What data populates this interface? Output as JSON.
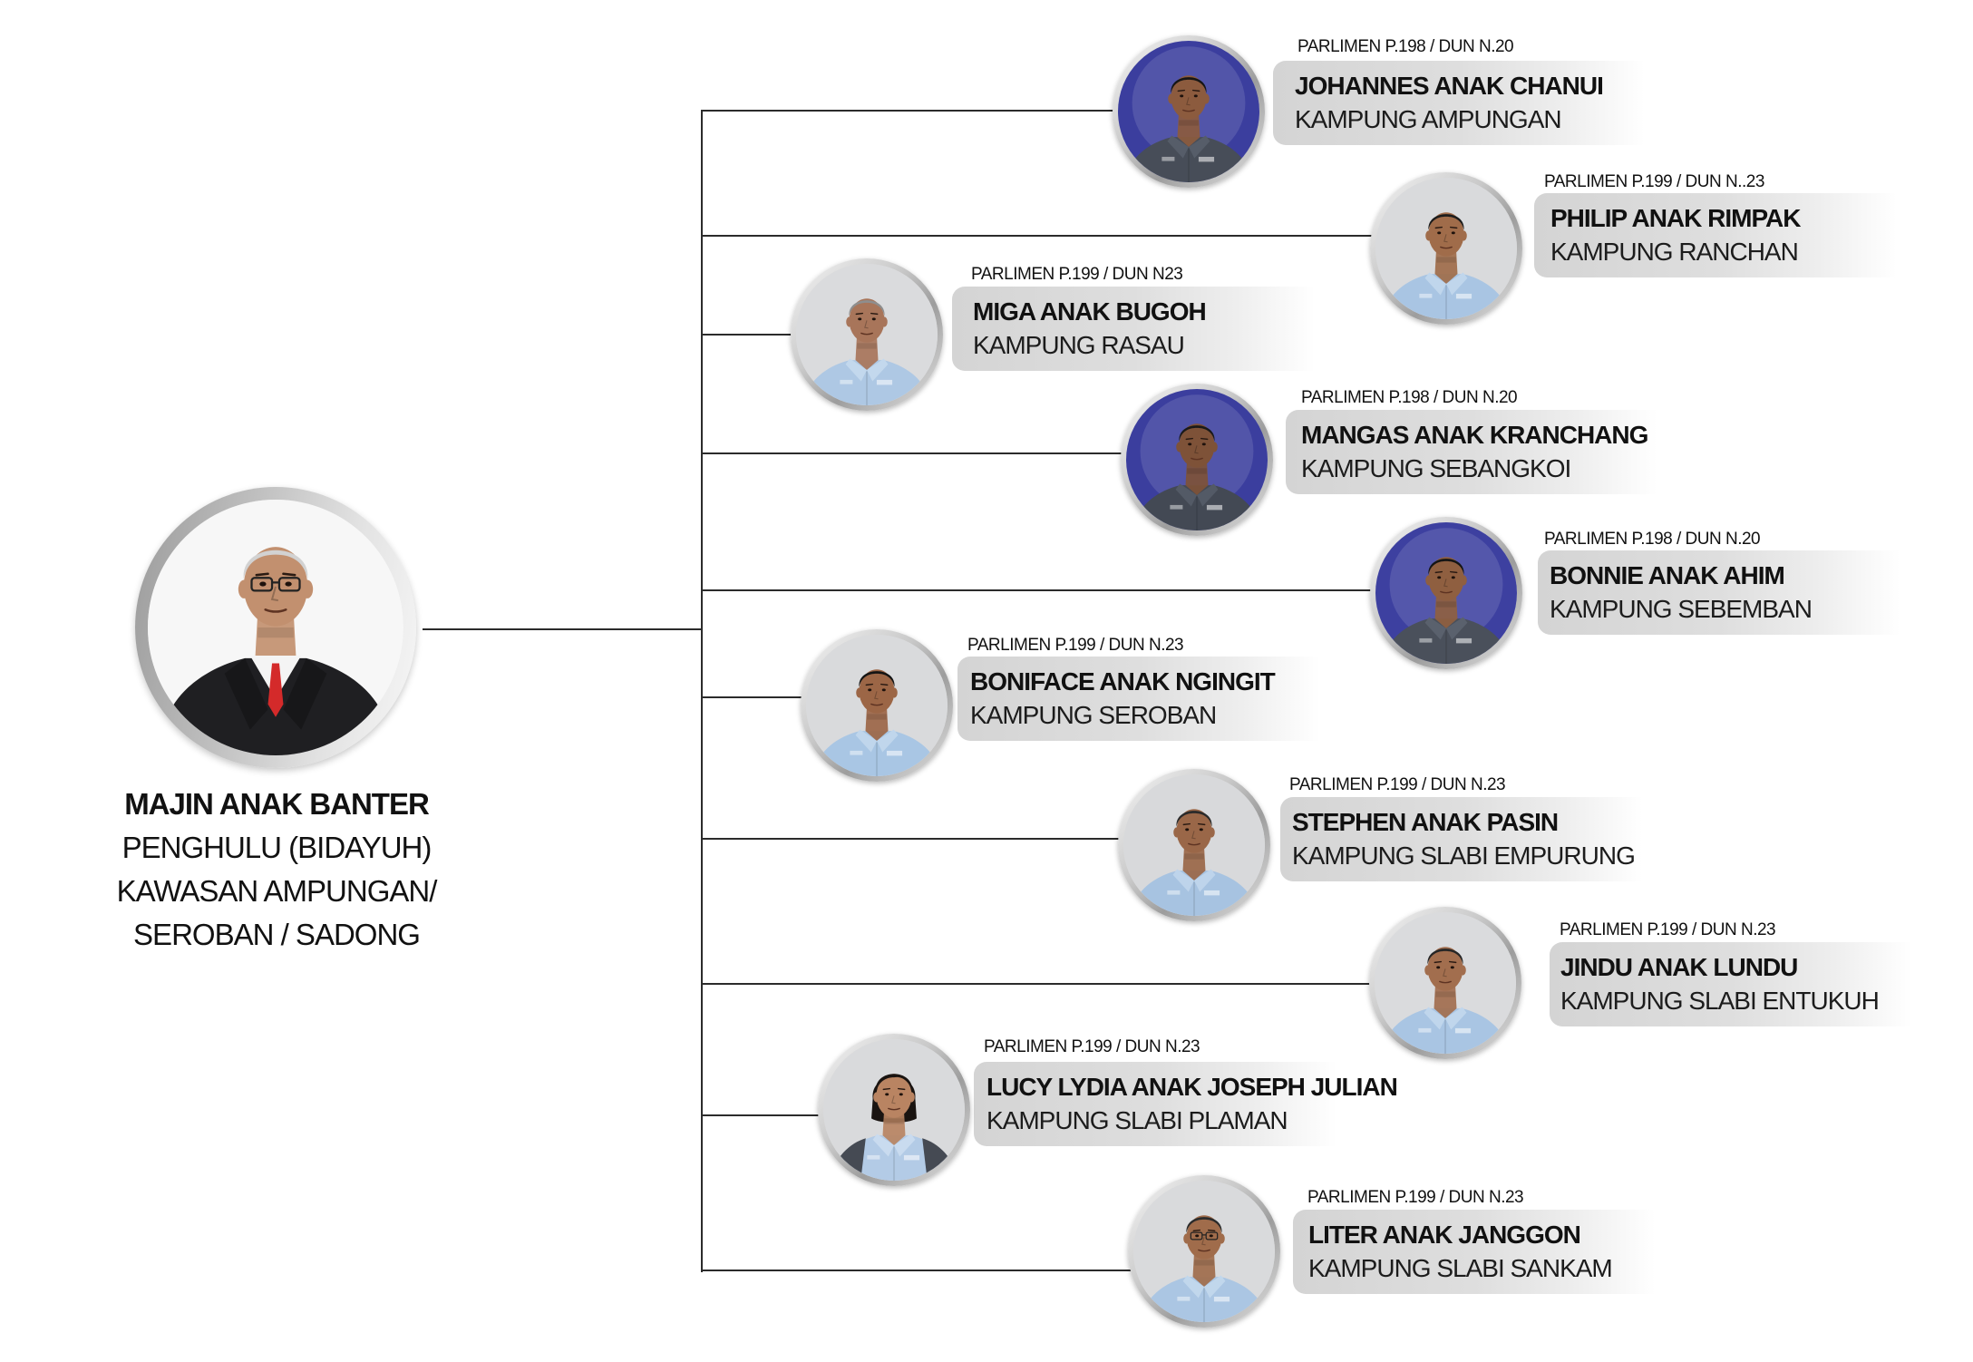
{
  "colors": {
    "connector": "#2b2b2b",
    "text": "#111111",
    "label_box": "#d6d6d6",
    "photo_ring": "#c4c4c4"
  },
  "root": {
    "name": "MAJIN ANAK BANTER",
    "title_lines": [
      "PENGHULU (BIDAYUH)",
      "KAWASAN AMPUNGAN/",
      "SEROBAN / SADONG"
    ],
    "portrait": {
      "style": "suit",
      "bg": "#f7f7f7",
      "shirt": "#1f1f22",
      "skin": "#c2906f",
      "hair": "#d2d2d2",
      "accessory": "#d42a2a",
      "glasses": true
    }
  },
  "members": [
    {
      "constituency": "PARLIMEN P.198 / DUN N.20",
      "name": "JOHANNES ANAK CHANUI",
      "village": "KAMPUNG AMPUNGAN",
      "portrait": {
        "style": "uniform",
        "bg": "#3b3e9e",
        "shirt": "#474d58",
        "collar": "#565d69",
        "skin": "#8c5b3e",
        "hair": "#161616",
        "glow": true
      }
    },
    {
      "constituency": "PARLIMEN P.199 / DUN N..23",
      "name": "PHILIP ANAK RIMPAK",
      "village": "KAMPUNG RANCHAN",
      "portrait": {
        "style": "uniform",
        "bg": "#d9dadc",
        "shirt": "#a9c5e3",
        "collar": "#c0d6ec",
        "skin": "#a06c4a",
        "hair": "#1c1c1c"
      }
    },
    {
      "constituency": "PARLIMEN P.199 / DUN N23",
      "name": "MIGA ANAK BUGOH",
      "village": "KAMPUNG RASAU",
      "portrait": {
        "style": "uniform",
        "bg": "#dadbdd",
        "shirt": "#aec8e4",
        "collar": "#c3d8ed",
        "skin": "#a8755a",
        "hair": "#8e8e8e"
      }
    },
    {
      "constituency": "PARLIMEN P.198 / DUN N.20",
      "name": "MANGAS ANAK KRANCHANG",
      "village": "KAMPUNG SEBANGKOI",
      "portrait": {
        "style": "uniform",
        "bg": "#3b3e9e",
        "shirt": "#434954",
        "collar": "#535a66",
        "skin": "#7e5238",
        "hair": "#1a1a1a",
        "glow": true
      }
    },
    {
      "constituency": "PARLIMEN P.198 / DUN N.20",
      "name": "BONNIE ANAK AHIM",
      "village": "KAMPUNG SEBEMBAN",
      "portrait": {
        "style": "uniform",
        "bg": "#3d40a0",
        "shirt": "#4a505b",
        "collar": "#5a616d",
        "skin": "#8f5f40",
        "hair": "#151515",
        "glow": true
      }
    },
    {
      "constituency": "PARLIMEN P.199 / DUN N.23",
      "name": "BONIFACE ANAK NGINGIT",
      "village": "KAMPUNG SEROBAN",
      "portrait": {
        "style": "uniform",
        "bg": "#d9dadc",
        "shirt": "#a9c6e4",
        "collar": "#c0d6ec",
        "skin": "#9c6646",
        "hair": "#141414"
      }
    },
    {
      "constituency": "PARLIMEN P.199 / DUN N.23",
      "name": "STEPHEN ANAK PASIN",
      "village": "KAMPUNG SLABI EMPURUNG",
      "portrait": {
        "style": "uniform",
        "bg": "#d8d9db",
        "shirt": "#a7c3e1",
        "collar": "#bed4eb",
        "skin": "#9a6748",
        "hair": "#2a2a2a"
      }
    },
    {
      "constituency": "PARLIMEN P.199 / DUN N.23",
      "name": "JINDU ANAK LUNDU",
      "village": "KAMPUNG SLABI ENTUKUH",
      "portrait": {
        "style": "uniform",
        "bg": "#dadbdd",
        "shirt": "#a9c5e3",
        "collar": "#c0d6ec",
        "skin": "#a26e4e",
        "hair": "#262626"
      }
    },
    {
      "constituency": "PARLIMEN P.199 / DUN N.23",
      "name": "LUCY LYDIA ANAK JOSEPH JULIAN",
      "village": "KAMPUNG SLABI PLAMAN",
      "portrait": {
        "style": "female",
        "bg": "#d9dadc",
        "shirt": "#b3cbe6",
        "collar": "#c9dbef",
        "panel": "#454a53",
        "skin": "#b98462",
        "hair": "#1a1411"
      }
    },
    {
      "constituency": "PARLIMEN P.199 / DUN N.23",
      "name": "LITER ANAK JANGGON",
      "village": "KAMPUNG SLABI SANKAM",
      "portrait": {
        "style": "uniform",
        "bg": "#d9dadc",
        "shirt": "#abc6e3",
        "collar": "#c1d7ec",
        "skin": "#a06c4b",
        "hair": "#2b2b2b",
        "glasses": true
      }
    }
  ]
}
